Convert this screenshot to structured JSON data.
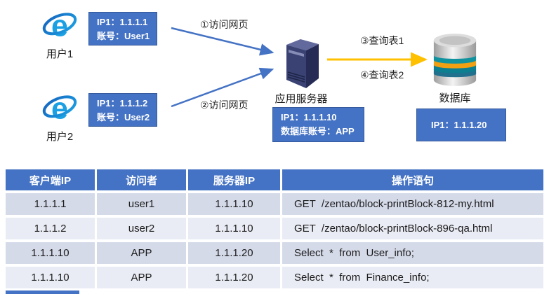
{
  "diagram": {
    "users": [
      {
        "name": "用户1",
        "box_line1": "IP1：1.1.1.1",
        "box_line2": "账号：User1",
        "arrow_label": "①访问网页"
      },
      {
        "name": "用户2",
        "box_line1": "IP1：1.1.1.2",
        "box_line2": "账号：User2",
        "arrow_label": "②访问网页"
      }
    ],
    "server": {
      "name": "应用服务器",
      "box_line1": "IP1：1.1.1.10",
      "box_line2": "数据库账号：APP"
    },
    "database": {
      "name": "数据库",
      "box_line1": "IP1：1.1.1.20"
    },
    "db_arrow_labels": [
      "③查询表1",
      "④查询表2"
    ],
    "icons": {
      "user": "ie-browser-icon",
      "server": "server-tower-icon",
      "database": "database-cylinder-icon"
    },
    "colors": {
      "accent_blue": "#4472C4",
      "arrow_blue": "#4472C4",
      "arrow_yellow": "#FFC000",
      "ie_blue": "#1BA0E3",
      "server_navy": "#3A4273",
      "db_teal": "#10929F",
      "db_orange": "#F0A012"
    }
  },
  "table": {
    "headers": [
      "客户端IP",
      "访问者",
      "服务器IP",
      "操作语句"
    ],
    "rows": [
      [
        "1.1.1.1",
        "user1",
        "1.1.1.10",
        "GET  /zentao/block-printBlock-812-my.html"
      ],
      [
        "1.1.1.2",
        "user2",
        "1.1.1.10",
        "GET  /zentao/block-printBlock-896-qa.html"
      ],
      [
        "1.1.1.10",
        "APP",
        "1.1.1.20",
        "Select  *  from  User_info;"
      ],
      [
        "1.1.1.10",
        "APP",
        "1.1.1.20",
        "Select  *  from  Finance_info;"
      ]
    ],
    "row_colors": {
      "dark": "#D5DAE9",
      "light": "#EAECF5"
    }
  }
}
